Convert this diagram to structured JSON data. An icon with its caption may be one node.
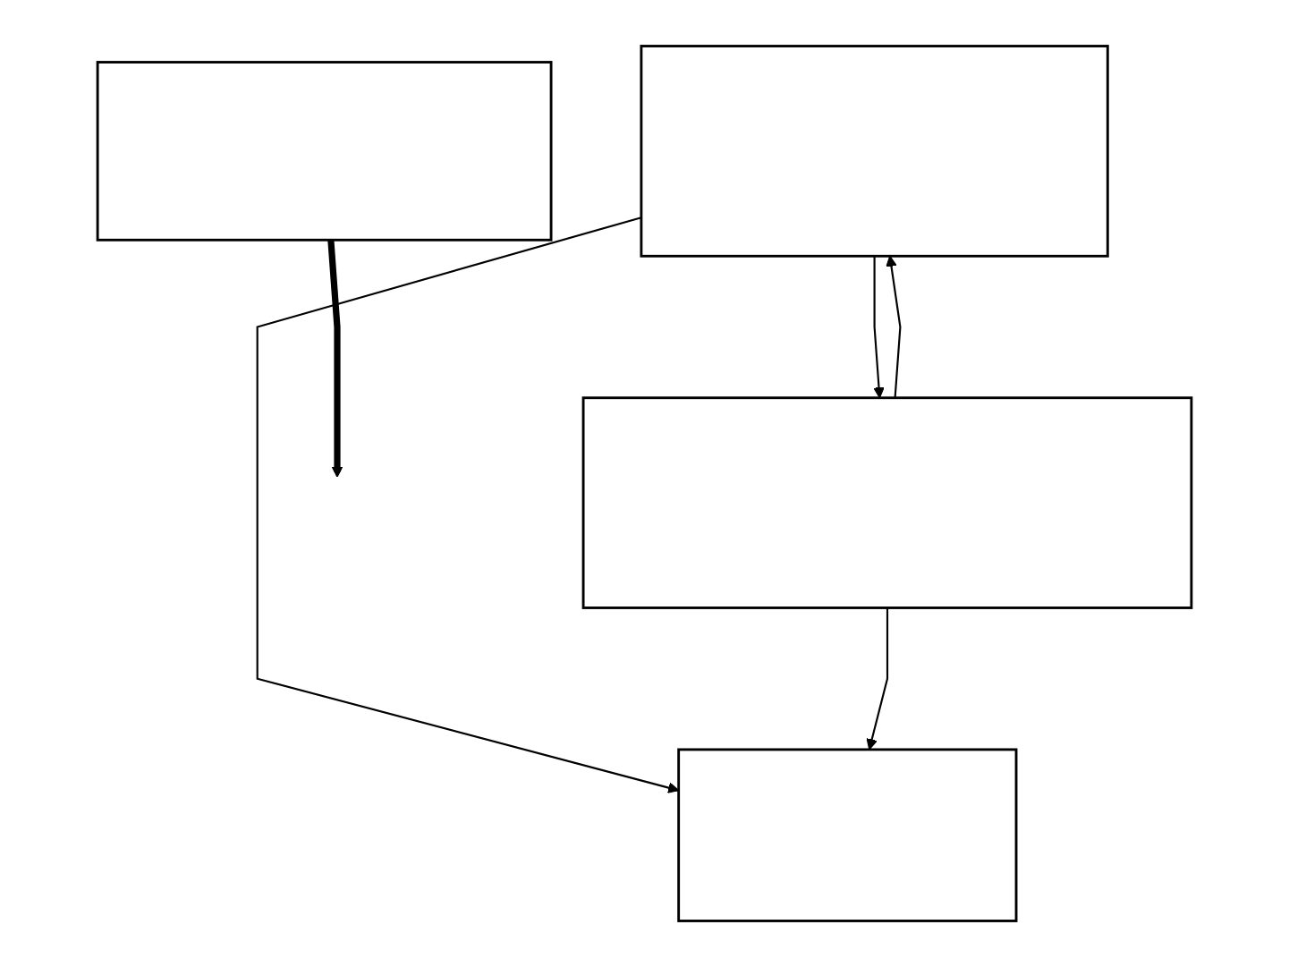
{
  "diagram": {
    "nodes": [
      {
        "text": [],
        "shape": "box"
      },
      {
        "text": [],
        "shape": "box"
      },
      {
        "text": [],
        "shape": "box"
      },
      {
        "text": [],
        "shape": "box"
      }
    ],
    "edges": [
      {
        "from": 0,
        "to": 1,
        "arrow": "to"
      },
      {
        "from": 0,
        "to": 3,
        "arrow": "to"
      },
      {
        "from": 1,
        "to": 0,
        "arrow": "to"
      },
      {
        "from": 1,
        "to": 3,
        "arrow": "to"
      },
      {
        "from": 2,
        "to": null,
        "arrow": "to",
        "style": "thick"
      }
    ]
  }
}
